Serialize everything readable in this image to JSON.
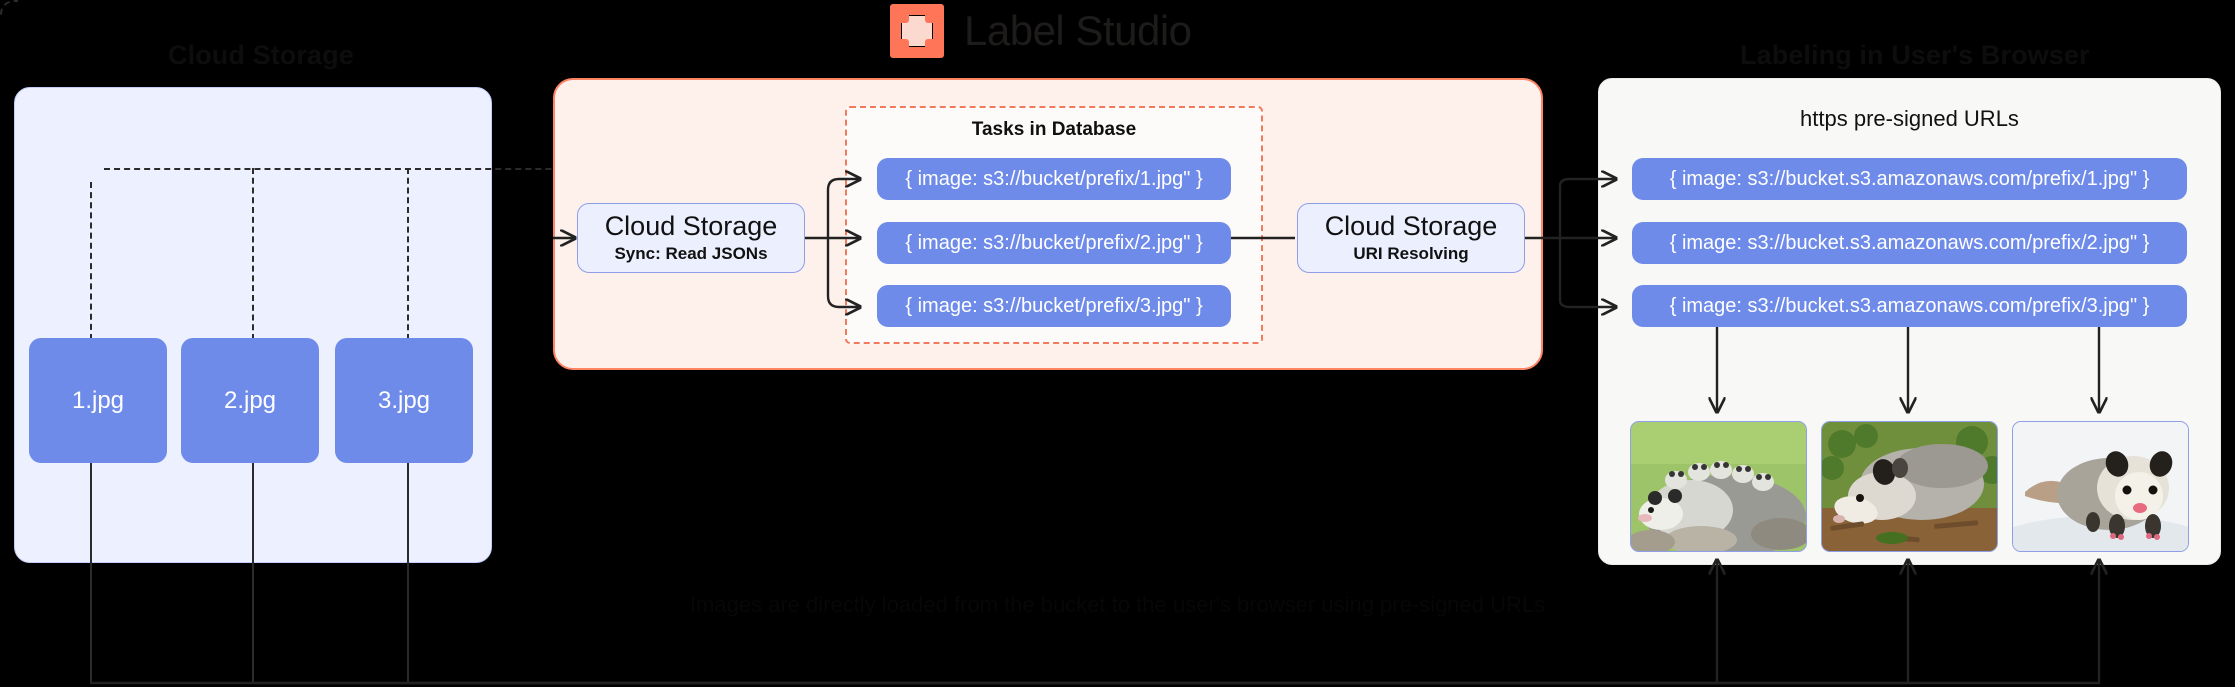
{
  "brand": {
    "name": "Label Studio",
    "logo_icon": "label-studio-logo-icon",
    "accent_color": "#FF7557"
  },
  "headings": {
    "left": "Cloud Storage",
    "right": "Labeling in User's Browser"
  },
  "caption": "Images are directly loaded from the bucket to the user's browser using pre-signed URLs",
  "left_panel": {
    "files": [
      {
        "label": "1.jpg"
      },
      {
        "label": "2.jpg"
      },
      {
        "label": "3.jpg"
      }
    ]
  },
  "center_panel": {
    "sync_box": {
      "title": "Cloud Storage",
      "subtitle": "Sync: Read JSONs"
    },
    "resolve_box": {
      "title": "Cloud Storage",
      "subtitle": "URI Resolving"
    },
    "tasks": {
      "title": "Tasks in Database",
      "items": [
        {
          "label": "{ image: s3://bucket/prefix/1.jpg\" }"
        },
        {
          "label": "{ image: s3://bucket/prefix/2.jpg\" }"
        },
        {
          "label": "{ image: s3://bucket/prefix/3.jpg\" }"
        }
      ]
    }
  },
  "right_panel": {
    "title": "https pre-signed URLs",
    "urls": [
      {
        "label": "{ image: s3://bucket.s3.amazonaws.com/prefix/1.jpg\" }"
      },
      {
        "label": "{ image: s3://bucket.s3.amazonaws.com/prefix/2.jpg\" }"
      },
      {
        "label": "{ image: s3://bucket.s3.amazonaws.com/prefix/3.jpg\" }"
      }
    ],
    "images": [
      {
        "alt": "opossum-mother-with-joeys-photo"
      },
      {
        "alt": "opossum-walking-in-garden-photo"
      },
      {
        "alt": "opossum-in-snow-photo"
      }
    ]
  },
  "colors": {
    "pill_blue": "#6F8BEA",
    "panel_left_bg": "#EDF0FE",
    "panel_center_bg": "#FEF1EB",
    "panel_center_border": "#FF8463",
    "panel_right_bg": "#F8F8F6",
    "dashed_border": "#F2795A",
    "background": "#000000"
  }
}
